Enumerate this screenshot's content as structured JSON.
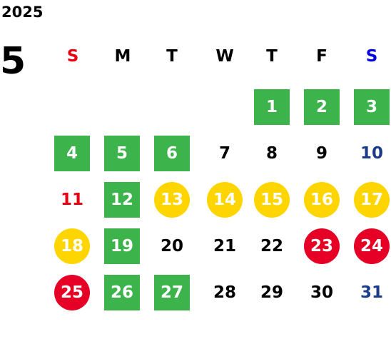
{
  "year": "2025",
  "month": "5",
  "weekdays": [
    "S",
    "M",
    "T",
    "W",
    "T",
    "F",
    "S"
  ],
  "colors": {
    "green": "#3cb44b",
    "yellow": "#ffd500",
    "red": "#e60026",
    "sunday_text": "#e60012",
    "saturday_text": "#1a3a8a"
  },
  "days": [
    {
      "d": "1",
      "style": "green"
    },
    {
      "d": "2",
      "style": "green"
    },
    {
      "d": "3",
      "style": "green"
    },
    {
      "d": "4",
      "style": "green"
    },
    {
      "d": "5",
      "style": "green"
    },
    {
      "d": "6",
      "style": "green"
    },
    {
      "d": "7",
      "style": "plain"
    },
    {
      "d": "8",
      "style": "plain"
    },
    {
      "d": "9",
      "style": "plain"
    },
    {
      "d": "10",
      "style": "saturday"
    },
    {
      "d": "11",
      "style": "sunday"
    },
    {
      "d": "12",
      "style": "green"
    },
    {
      "d": "13",
      "style": "yellow"
    },
    {
      "d": "14",
      "style": "yellow"
    },
    {
      "d": "15",
      "style": "yellow"
    },
    {
      "d": "16",
      "style": "yellow"
    },
    {
      "d": "17",
      "style": "yellow"
    },
    {
      "d": "18",
      "style": "yellow"
    },
    {
      "d": "19",
      "style": "green"
    },
    {
      "d": "20",
      "style": "plain"
    },
    {
      "d": "21",
      "style": "plain"
    },
    {
      "d": "22",
      "style": "plain"
    },
    {
      "d": "23",
      "style": "red"
    },
    {
      "d": "24",
      "style": "red"
    },
    {
      "d": "25",
      "style": "red"
    },
    {
      "d": "26",
      "style": "green"
    },
    {
      "d": "27",
      "style": "green"
    },
    {
      "d": "28",
      "style": "plain"
    },
    {
      "d": "29",
      "style": "plain"
    },
    {
      "d": "30",
      "style": "plain"
    },
    {
      "d": "31",
      "style": "saturday"
    }
  ]
}
